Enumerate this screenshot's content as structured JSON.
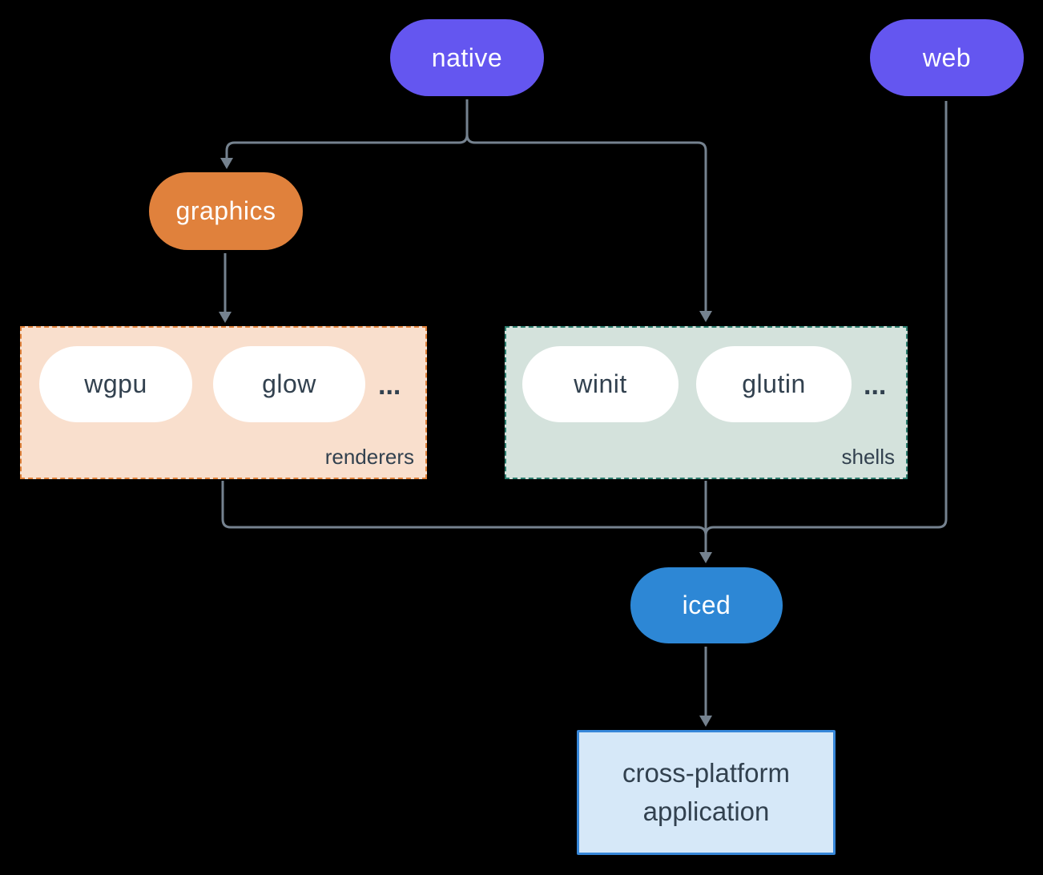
{
  "nodes": {
    "native": {
      "label": "native"
    },
    "web": {
      "label": "web"
    },
    "graphics": {
      "label": "graphics"
    },
    "iced": {
      "label": "iced"
    },
    "application": {
      "line1": "cross-platform",
      "line2": "application"
    }
  },
  "groups": {
    "renderers": {
      "label": "renderers",
      "items": [
        "wgpu",
        "glow"
      ],
      "ellipsis": "..."
    },
    "shells": {
      "label": "shells",
      "items": [
        "winit",
        "glutin"
      ],
      "ellipsis": "..."
    }
  },
  "colors": {
    "background": "#000000",
    "purple": "#6456f0",
    "orange": "#e0813c",
    "orange_fill": "#f9dfcd",
    "orange_border": "#e0813a",
    "teal_fill": "#d4e2dc",
    "teal_border": "#2c7d6e",
    "blue": "#2d87d5",
    "app_fill": "#d6e8f8",
    "app_border": "#3787d9",
    "line": "#75828f",
    "text_dark": "#32414f",
    "text_light": "#ffffff"
  }
}
